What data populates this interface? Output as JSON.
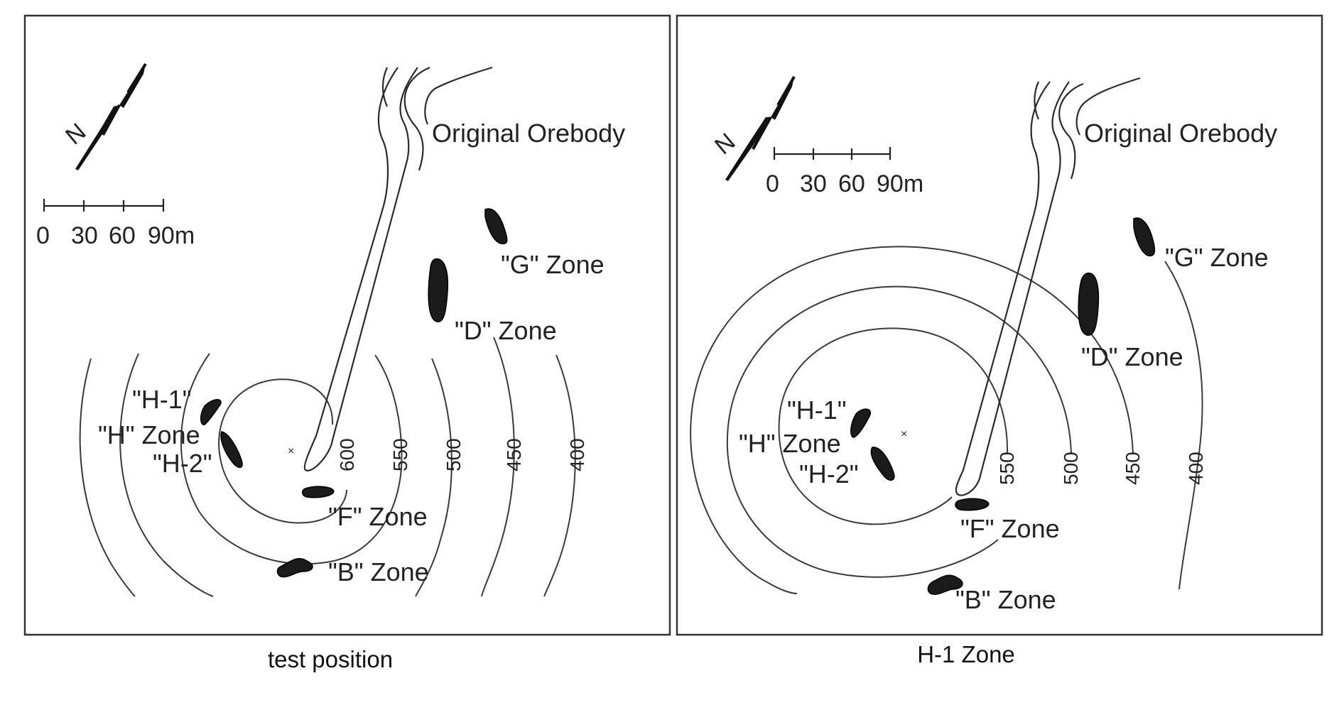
{
  "panels": [
    {
      "caption": "test position",
      "orebody_label": "Original Orebody",
      "north_label": "N",
      "scale_labels": [
        "0",
        "30",
        "60",
        "90m"
      ],
      "zones": [
        {
          "label": "\"G\" Zone"
        },
        {
          "label": "\"D\" Zone"
        },
        {
          "label": "\"H-1\""
        },
        {
          "label": "\"H\" Zone"
        },
        {
          "label": "\"H-2\""
        },
        {
          "label": "\"F\" Zone"
        },
        {
          "label": "\"B\" Zone"
        }
      ],
      "contour_labels": [
        "600",
        "550",
        "500",
        "450",
        "400"
      ]
    },
    {
      "caption": "H-1 Zone",
      "orebody_label": "Original Orebody",
      "north_label": "N",
      "scale_labels": [
        "0",
        "30",
        "60",
        "90m"
      ],
      "zones": [
        {
          "label": "\"G\" Zone"
        },
        {
          "label": "\"D\" Zone"
        },
        {
          "label": "\"H-1\""
        },
        {
          "label": "\"H\" Zone"
        },
        {
          "label": "\"H-2\""
        },
        {
          "label": "\"F\" Zone"
        },
        {
          "label": "\"B\" Zone"
        }
      ],
      "contour_labels": [
        "550",
        "500",
        "450",
        "400"
      ]
    }
  ]
}
